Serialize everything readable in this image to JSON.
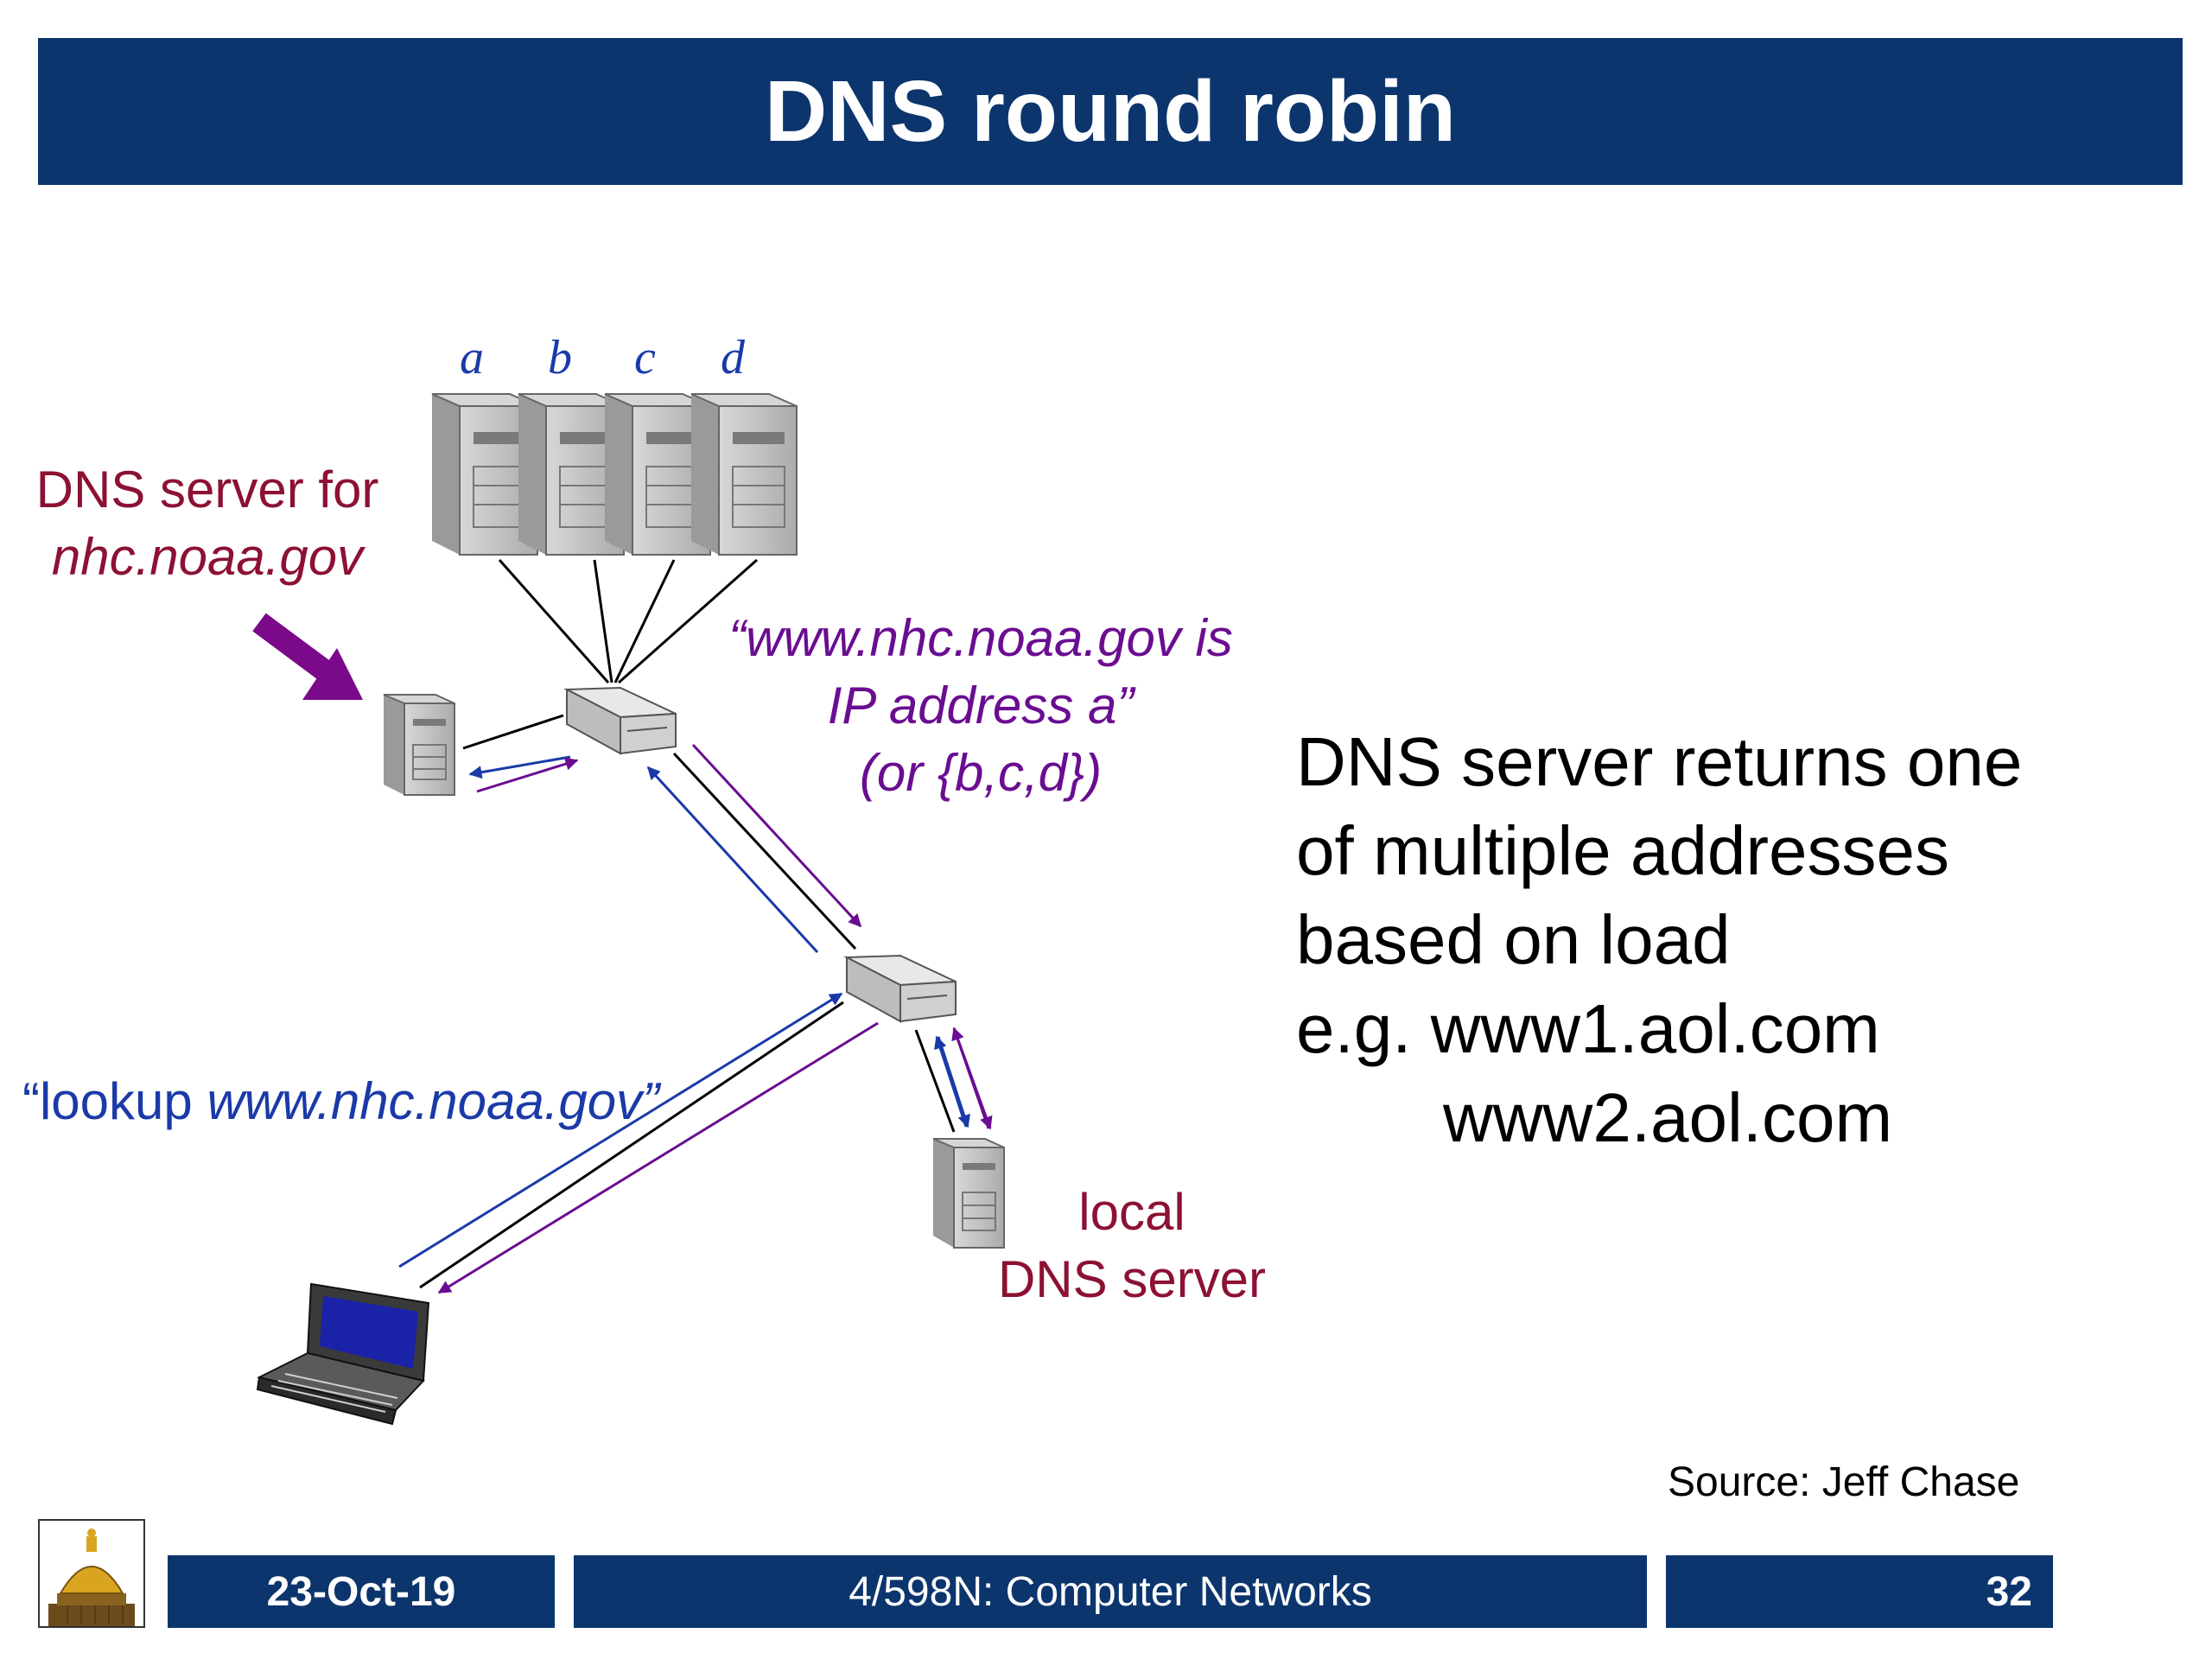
{
  "slide": {
    "title": "DNS round robin",
    "source": "Source: Jeff Chase"
  },
  "diagram": {
    "server_letters": [
      "a",
      "b",
      "c",
      "d"
    ],
    "authoritative_label": {
      "line1": "DNS server for",
      "line2": "nhc.noaa.gov"
    },
    "reply_label": {
      "line1": "“www.nhc.noaa.gov is",
      "line2": "IP address a”",
      "line3": "(or {b,c,d})"
    },
    "lookup_label": {
      "prefix": "“lookup ",
      "query": "www.nhc.noaa.gov”"
    },
    "local_label": {
      "line1": "local",
      "line2": "DNS server"
    },
    "colors": {
      "request": "#1a3aa8",
      "reply": "#6a0d91",
      "link": "#000000",
      "label_dns": "#8c1133"
    }
  },
  "explanation": {
    "lines": [
      "DNS server returns one",
      "of multiple addresses",
      "based on load",
      "e.g. www1.aol.com",
      "www2.aol.com"
    ]
  },
  "footer": {
    "date": "23-Oct-19",
    "course": "4/598N: Computer Networks",
    "page": "32",
    "logo_icon": "dome-building-icon"
  }
}
